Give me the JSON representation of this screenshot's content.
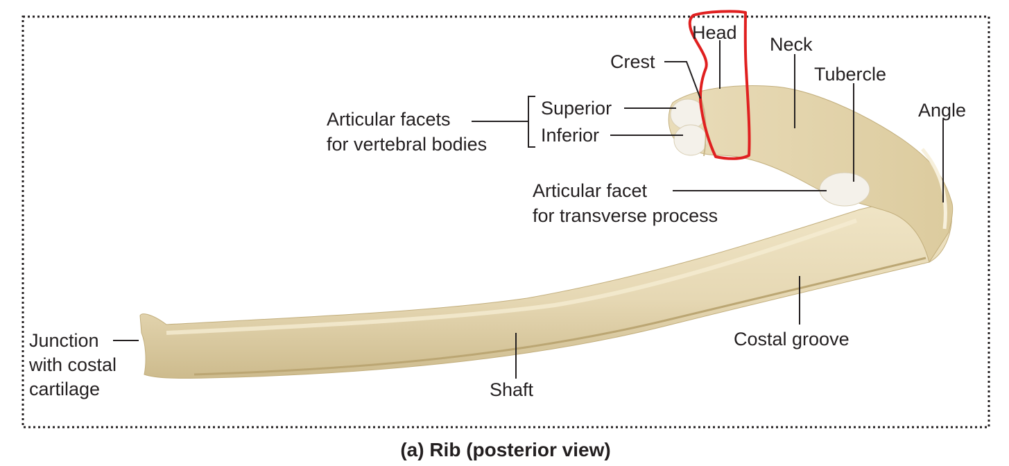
{
  "labels": {
    "head": "Head",
    "crest": "Crest",
    "neck": "Neck",
    "tubercle": "Tubercle",
    "angle": "Angle",
    "articular_facets_line1": "Articular facets",
    "articular_facets_line2": "for vertebral bodies",
    "superior": "Superior",
    "inferior": "Inferior",
    "articular_facet_line1": "Articular facet",
    "articular_facet_line2": "for transverse process",
    "junction_line1": "Junction",
    "junction_line2": "with costal",
    "junction_line3": "cartilage",
    "shaft": "Shaft",
    "costal_groove": "Costal groove"
  },
  "caption": "(a) Rib (posterior view)",
  "colors": {
    "bone": "#e6d8b4",
    "bone_shadow": "#c9b789",
    "facet": "#f4f1ea",
    "annotation": "#e02020",
    "frame": "#231f20"
  }
}
